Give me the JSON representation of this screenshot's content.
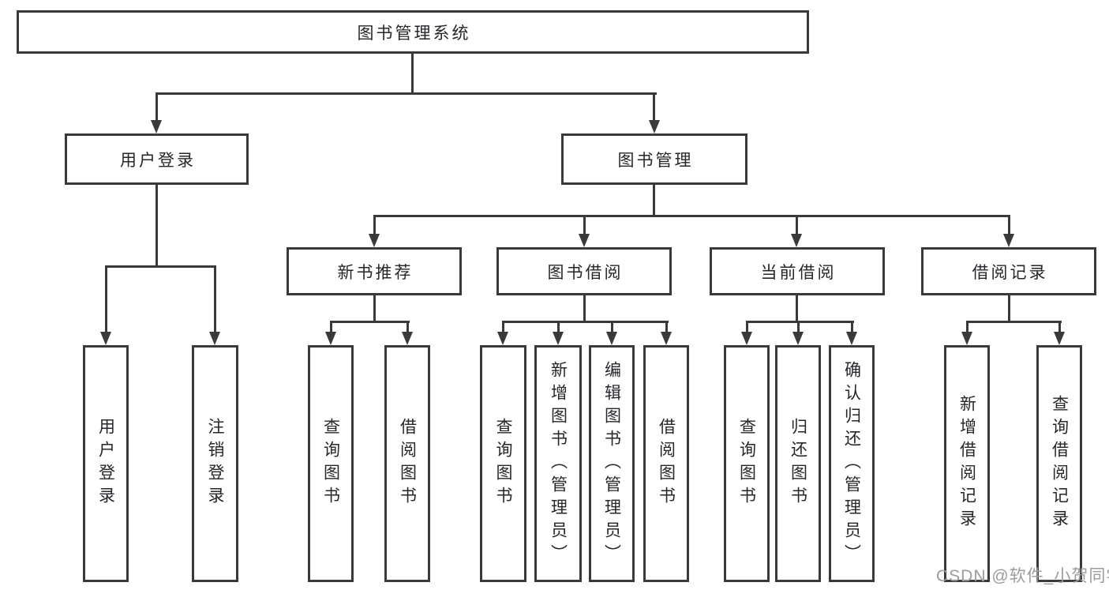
{
  "title": "图书管理系统",
  "colors": {
    "line": "#3a3a3a",
    "text": "#26262b",
    "background": "#ffffff",
    "watermark": "#9c9c9c"
  },
  "watermark": {
    "text": "CSDN @软件_小贺同学"
  },
  "tree": {
    "label": "图书管理系统",
    "children": [
      {
        "label": "用户登录",
        "children": [
          {
            "label": "用户登录"
          },
          {
            "label": "注销登录"
          }
        ]
      },
      {
        "label": "图书管理",
        "children": [
          {
            "label": "新书推荐",
            "children": [
              {
                "label": "查询图书"
              },
              {
                "label": "借阅图书"
              }
            ]
          },
          {
            "label": "图书借阅",
            "children": [
              {
                "label": "查询图书"
              },
              {
                "label": "新增图书（管理员）"
              },
              {
                "label": "编辑图书（管理员）"
              },
              {
                "label": "借阅图书"
              }
            ]
          },
          {
            "label": "当前借阅",
            "children": [
              {
                "label": "查询图书"
              },
              {
                "label": "归还图书"
              },
              {
                "label": "确认归还（管理员）"
              }
            ]
          },
          {
            "label": "借阅记录",
            "children": [
              {
                "label": "新增借阅记录"
              },
              {
                "label": "查询借阅记录"
              }
            ]
          }
        ]
      }
    ]
  }
}
